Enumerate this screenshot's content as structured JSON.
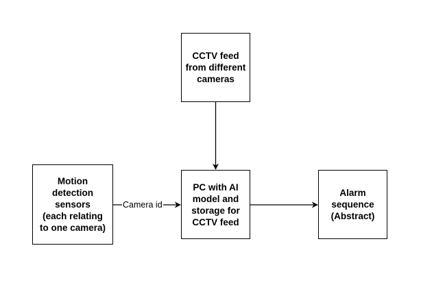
{
  "nodes": {
    "cctv": "CCTV feed\nfrom different\ncameras",
    "pc": "PC with AI\nmodel and\nstorage for\nCCTV feed",
    "motion": "Motion\ndetection\nsensors\n(each relating\nto one camera)",
    "alarm": "Alarm\nsequence\n(Abstract)"
  },
  "edges": {
    "motion_to_pc_label": "Camera id"
  },
  "colors": {
    "stroke": "#000000",
    "background": "#ffffff"
  }
}
